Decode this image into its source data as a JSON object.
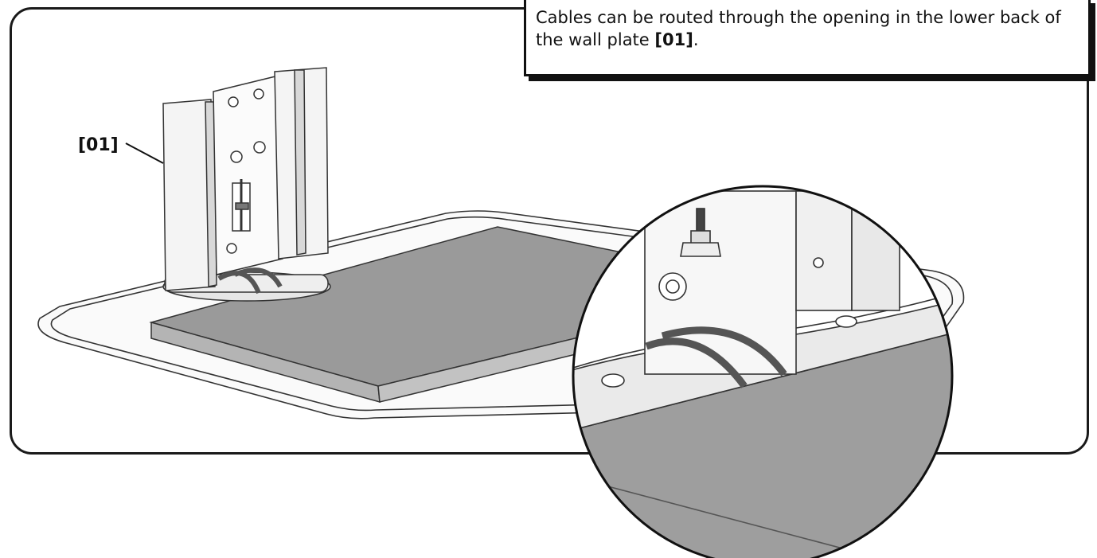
{
  "callout": {
    "text_before": "Cables can be routed through the opening in the lower back of the wall plate ",
    "ref": "[01]",
    "text_after": "."
  },
  "labels": {
    "part": "[01]"
  }
}
